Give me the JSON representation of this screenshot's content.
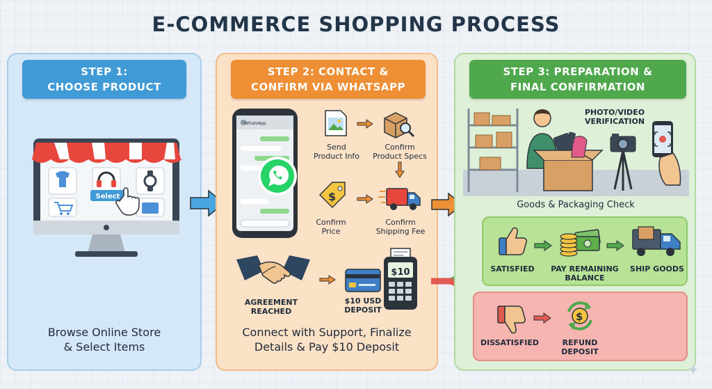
{
  "title": "E-COMMERCE SHOPPING PROCESS",
  "step1": {
    "line1": "STEP 1:",
    "line2": "CHOOSE PRODUCT",
    "select_label": "Select",
    "caption_line1": "Browse Online Store",
    "caption_line2": "& Select Items"
  },
  "step2": {
    "line1": "STEP 2: CONTACT &",
    "line2": "CONFIRM VIA WHATSAPP",
    "app_name": "WhatsApp",
    "send_info": [
      "Send",
      "Product Info"
    ],
    "confirm_specs": [
      "Confirm",
      "Product Specs"
    ],
    "confirm_price": [
      "Confirm",
      "Price"
    ],
    "confirm_shipping": [
      "Confirm",
      "Shipping Fee"
    ],
    "agreement": [
      "AGREEMENT",
      "REACHED"
    ],
    "deposit": [
      "$10 USD",
      "DEPOSIT"
    ],
    "terminal_amount": "$10",
    "caption_line1": "Connect with Support, Finalize",
    "caption_line2": "Details & Pay $10 Deposit"
  },
  "step3": {
    "line1": "STEP 3: PREPARATION &",
    "line2": "FINAL CONFIRMATION",
    "photo_video": [
      "PHOTO/VIDEO",
      "VERIFICATION"
    ],
    "goods_check": "Goods & Packaging Check",
    "satisfied": "SATISFIED",
    "pay_remaining": [
      "PAY REMAINING",
      "BALANCE"
    ],
    "ship_goods": "SHIP GOODS",
    "dissatisfied": "DISSATISFIED",
    "refund": [
      "REFUND",
      "DEPOSIT"
    ]
  },
  "colors": {
    "step1": "#3f9ad6",
    "step2": "#ee8f35",
    "step3": "#4fa84c",
    "whatsapp": "#25d366",
    "satisfied_bg": "#b8e396",
    "dissatisfied_bg": "#f6b5b0"
  }
}
